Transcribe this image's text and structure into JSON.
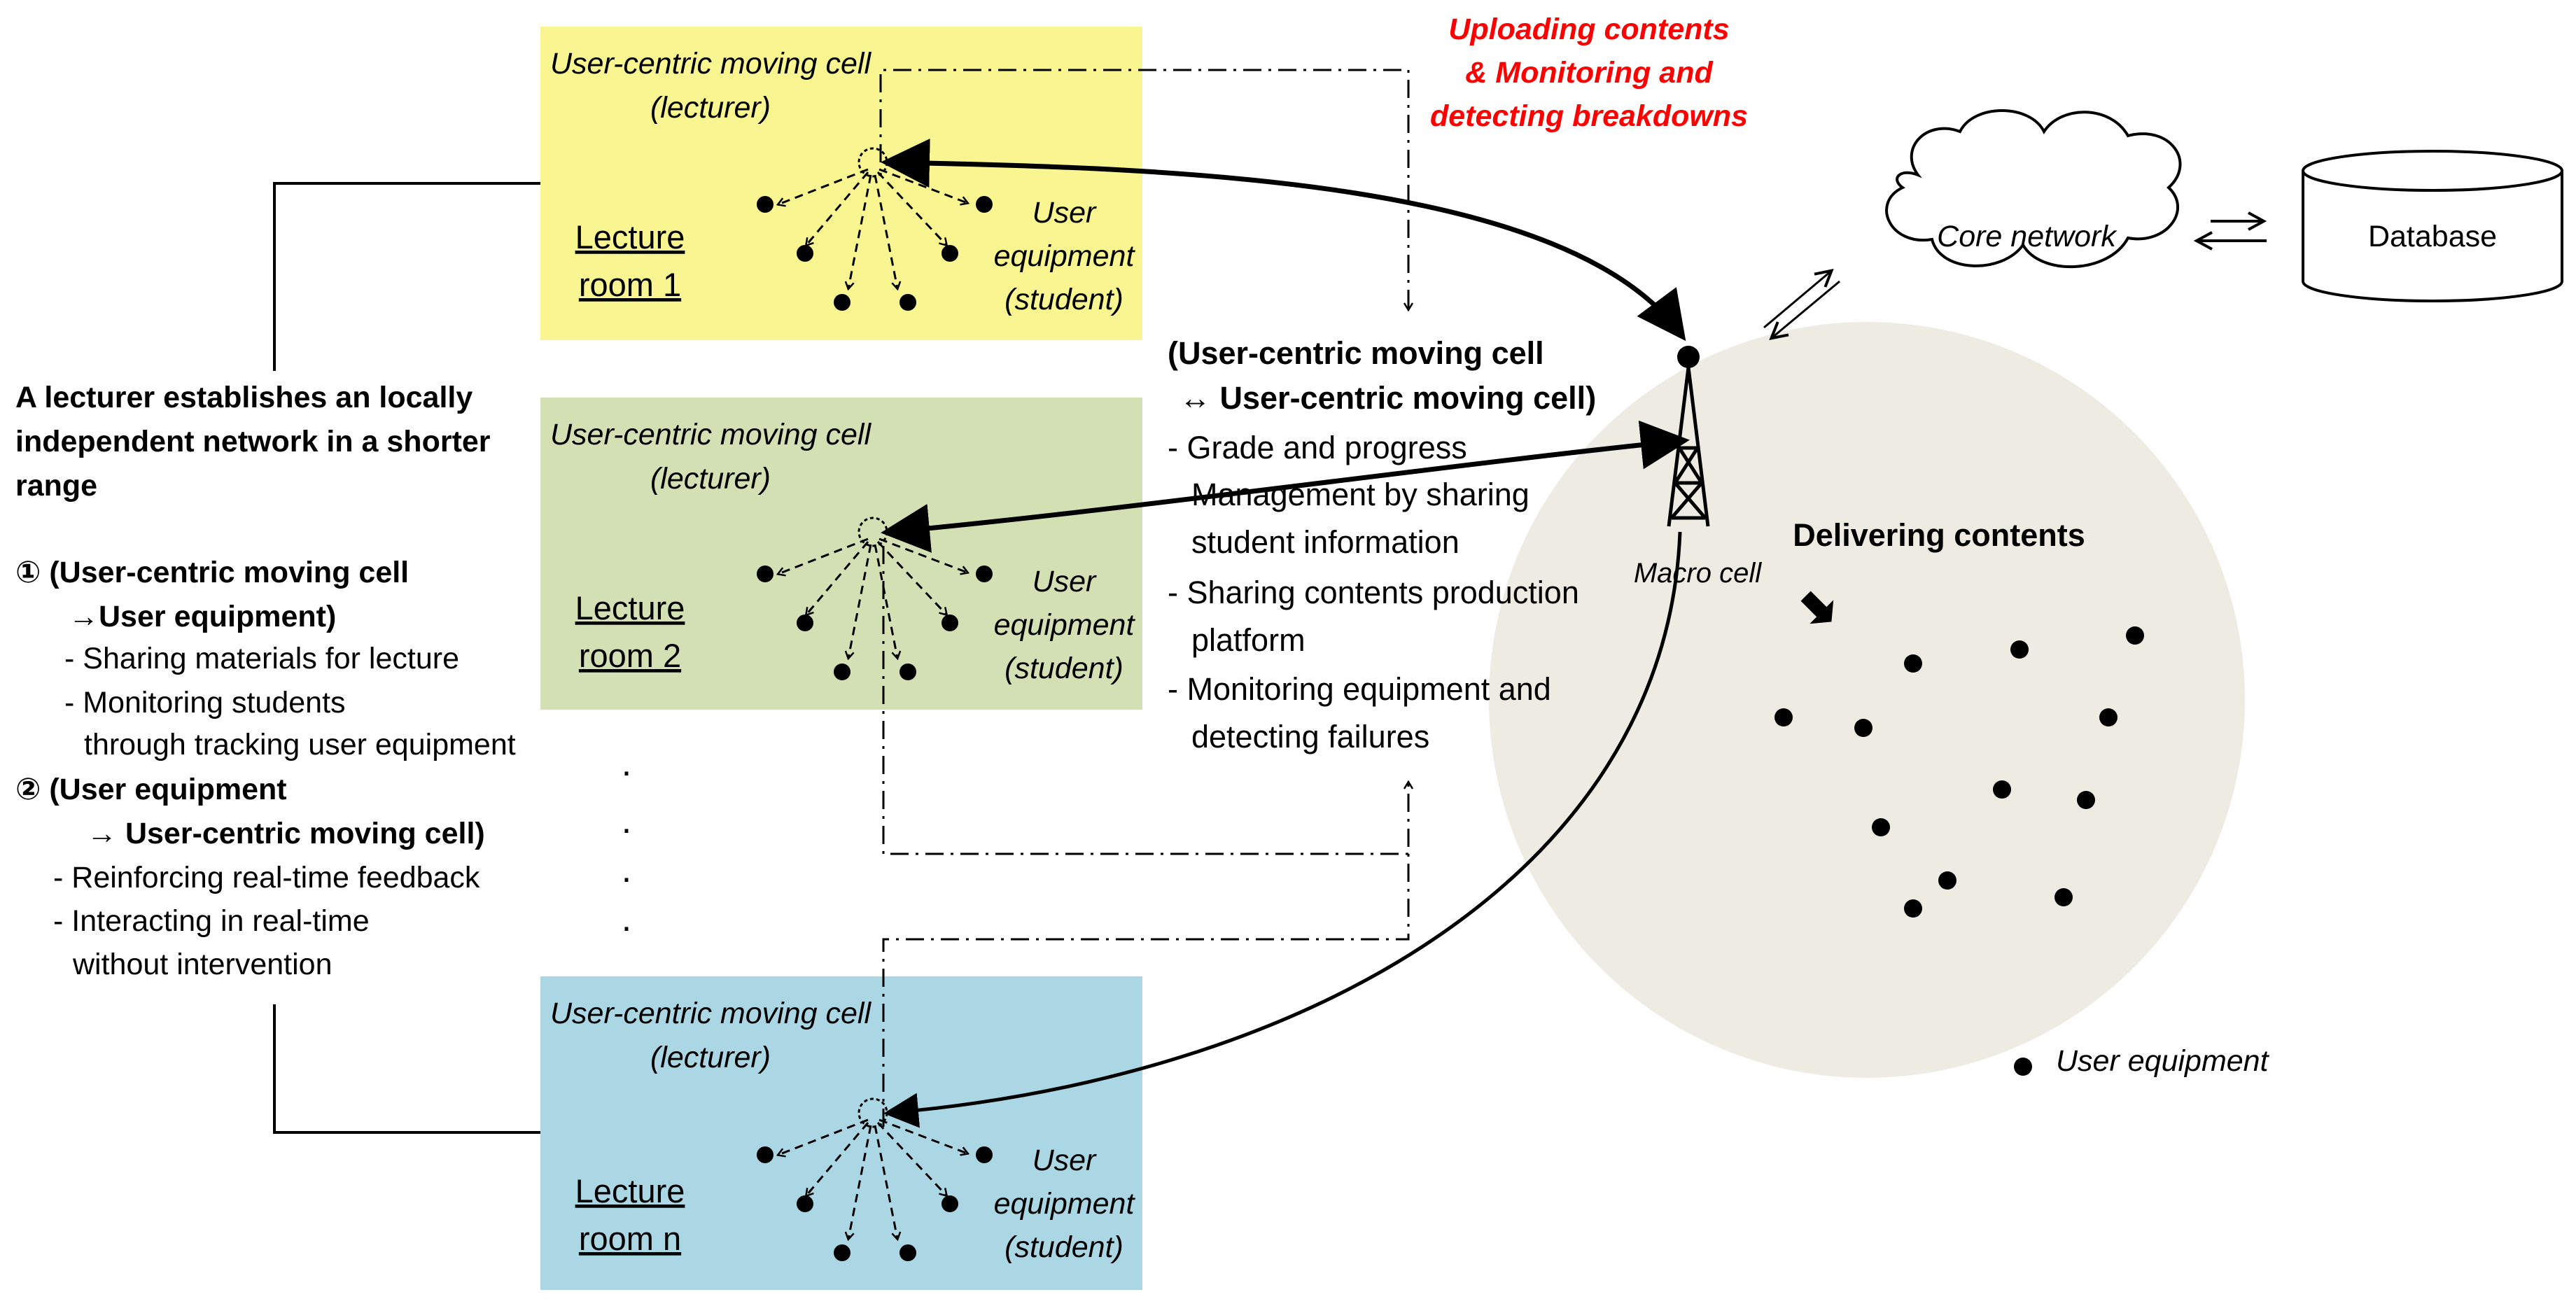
{
  "left_panel": {
    "heading": [
      "A lecturer establishes an locally",
      "independent network in a shorter",
      "range"
    ],
    "item1_title": [
      "① (User-centric moving cell",
      "→User equipment)"
    ],
    "item1_bullets": [
      "- Sharing materials for lecture",
      "- Monitoring students",
      "through tracking user equipment"
    ],
    "item2_title": [
      "② (User equipment",
      "→ User-centric moving cell)"
    ],
    "item2_bullets": [
      "- Reinforcing real-time feedback",
      "- Interacting in real-time",
      "without intervention"
    ]
  },
  "rooms": [
    {
      "cell_label": [
        "User-centric moving cell",
        "(lecturer)"
      ],
      "room_label": [
        "Lecture",
        "room 1"
      ],
      "ue_label": [
        "User",
        "equipment",
        "(student)"
      ],
      "color": "#f9f590"
    },
    {
      "cell_label": [
        "User-centric moving cell",
        "(lecturer)"
      ],
      "room_label": [
        "Lecture",
        "room 2"
      ],
      "ue_label": [
        "User",
        "equipment",
        "(student)"
      ],
      "color": "#d2e0b3"
    },
    {
      "cell_label": [
        "User-centric moving cell",
        "(lecturer)"
      ],
      "room_label": [
        "Lecture",
        "room n"
      ],
      "ue_label": [
        "User",
        "equipment",
        "(student)"
      ],
      "color": "#abd6e3"
    }
  ],
  "ellipsis_dots": [
    ".",
    ".",
    ".",
    "."
  ],
  "upload_label": {
    "lines": [
      "Uploading contents",
      "& Monitoring and",
      "detecting breakdowns"
    ],
    "color": "#ff0000"
  },
  "middle_panel": {
    "title": [
      "(User-centric moving cell",
      "↔ User-centric moving cell)"
    ],
    "bullets": [
      "- Grade and progress",
      "Management by sharing",
      "student information",
      "- Sharing contents production",
      "platform",
      "- Monitoring equipment and",
      "detecting failures"
    ]
  },
  "macro_cell_label": "Macro cell",
  "core_network_label": "Core network",
  "database_label": "Database",
  "macro_area": {
    "title": "Delivering contents",
    "color": "#eeebe3"
  },
  "legend": {
    "ue_label": "User equipment"
  }
}
